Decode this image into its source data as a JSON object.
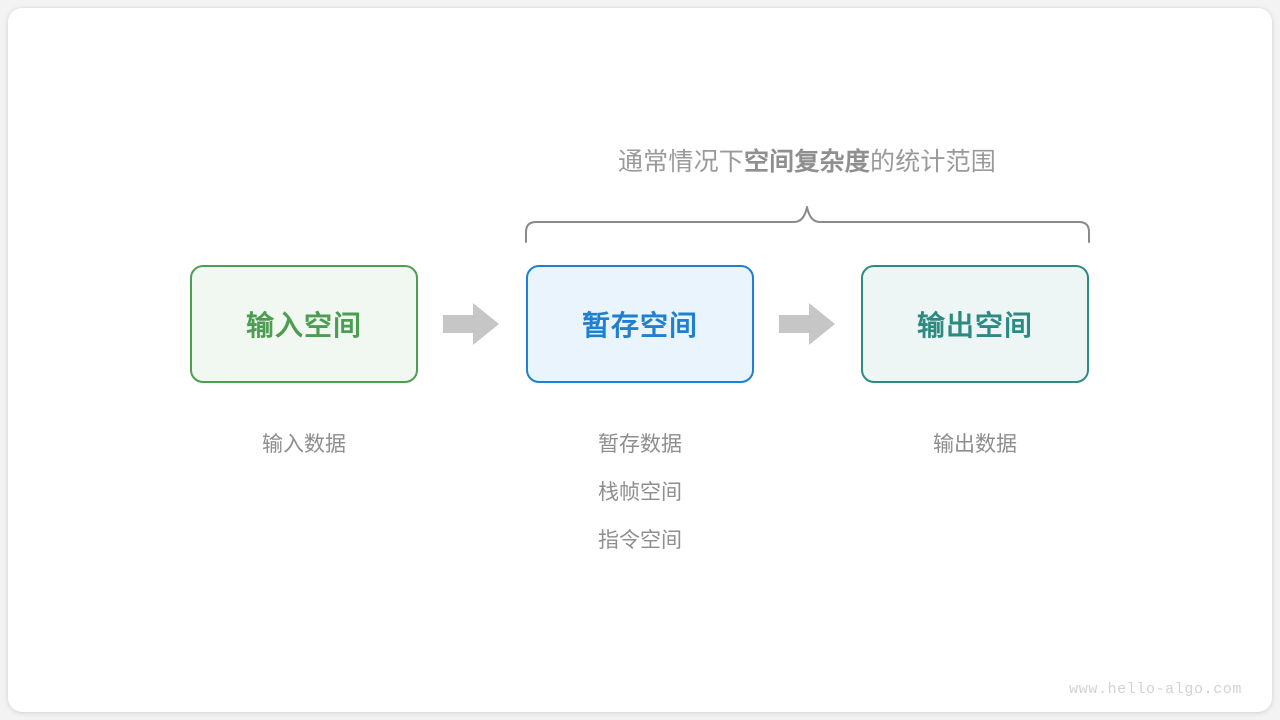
{
  "diagram": {
    "caption": {
      "prefix": "通常情况下",
      "emphasis": "空间复杂度",
      "suffix": "的统计范围"
    },
    "boxes": [
      {
        "key": "input",
        "label": "输入空间",
        "border_color": "#4e9e52",
        "fill_color": "#f1f8f1",
        "text_color": "#4c9c52"
      },
      {
        "key": "temp",
        "label": "暂存空间",
        "border_color": "#1e80d2",
        "fill_color": "#eaf4fc",
        "text_color": "#1f7fd0"
      },
      {
        "key": "output",
        "label": "输出空间",
        "border_color": "#2e8b84",
        "fill_color": "#eef6f5",
        "text_color": "#2d8a83"
      }
    ],
    "arrows": [
      {
        "key": "input-to-temp",
        "color": "#c6c6c6"
      },
      {
        "key": "temp-to-output",
        "color": "#c6c6c6"
      }
    ],
    "captions": {
      "input": [
        "输入数据"
      ],
      "temp": [
        "暂存数据",
        "栈帧空间",
        "指令空间"
      ],
      "output": [
        "输出数据"
      ]
    },
    "brace": {
      "color": "#8a8a8a",
      "covers": [
        "暂存空间",
        "输出空间"
      ]
    },
    "watermark": "www.hello-algo.com",
    "text_color": "#8e8e8e"
  }
}
